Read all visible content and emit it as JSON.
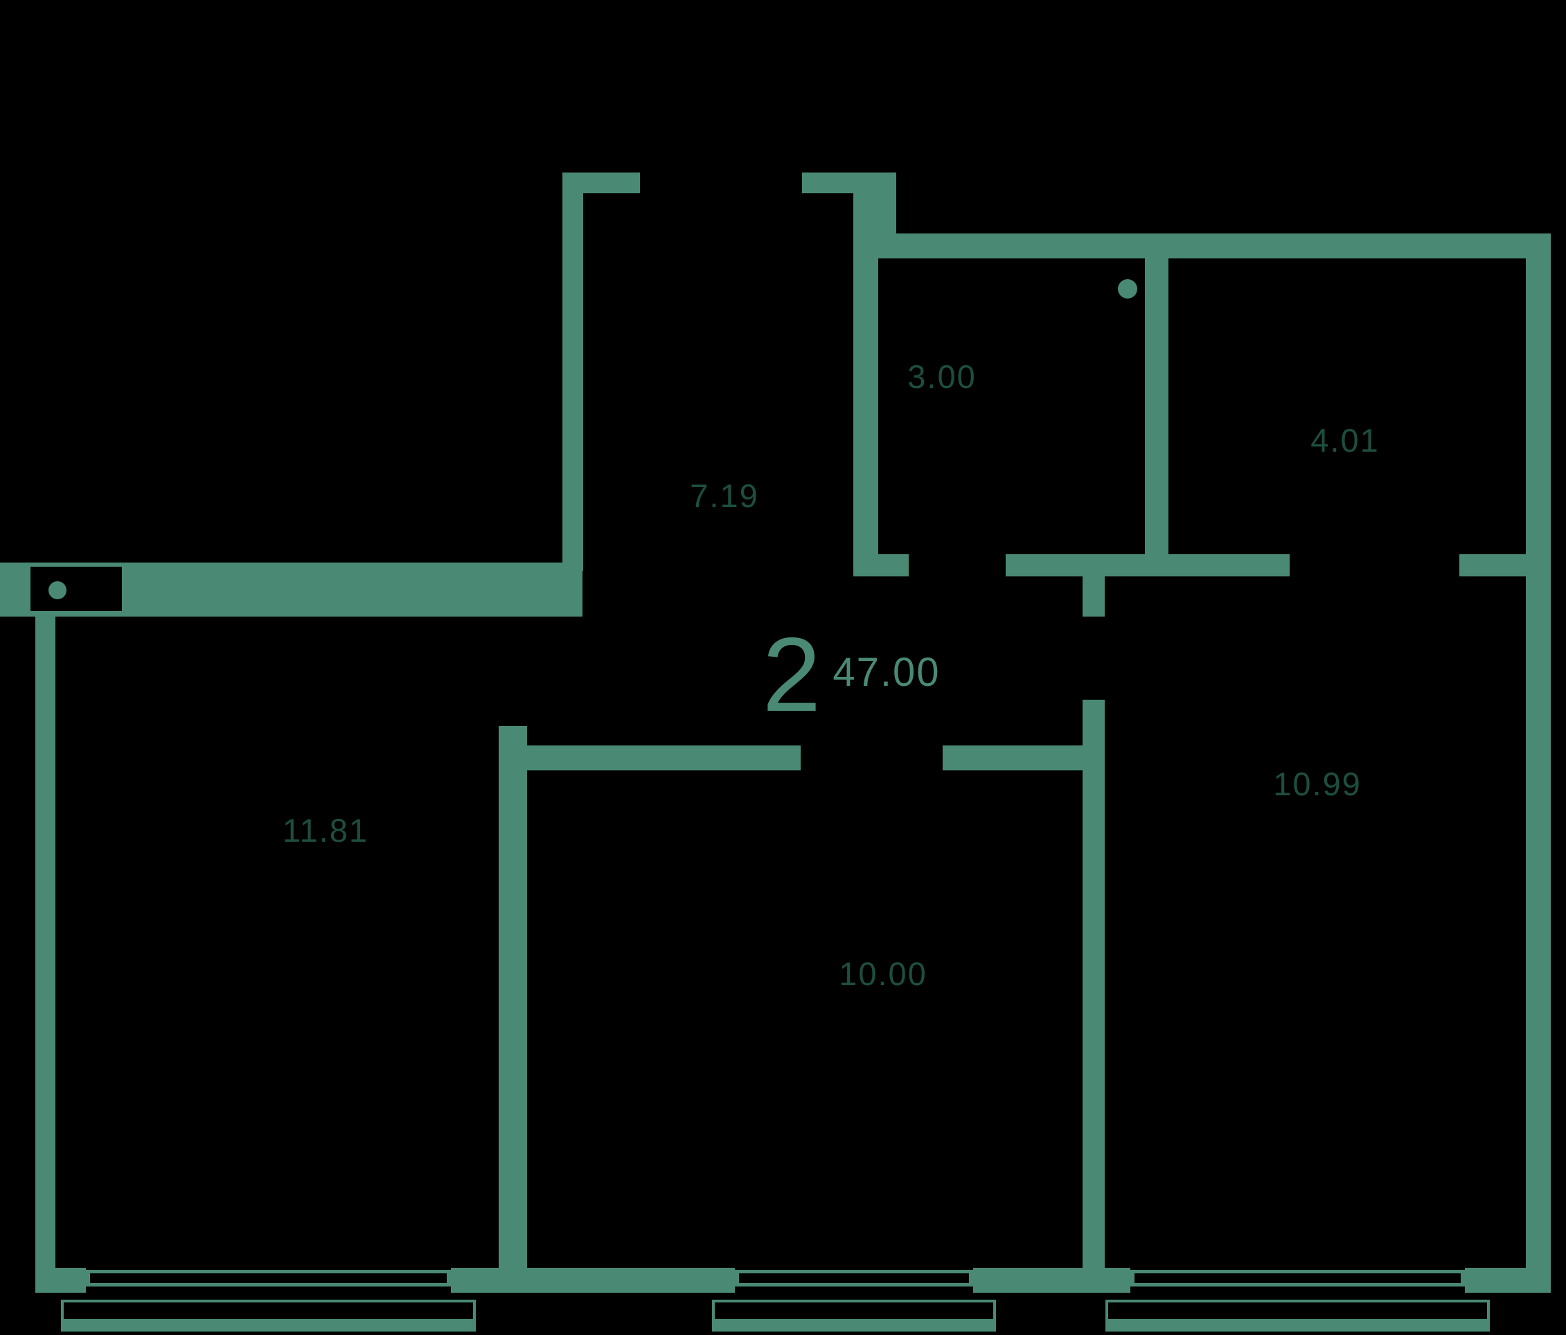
{
  "colors": {
    "background": "#000000",
    "wall": "#4a8a74",
    "label_dim": "#1d4e3e",
    "label_bright": "#4a8a74"
  },
  "plan": {
    "summary": {
      "room_count": "2",
      "total_area": "47.00"
    },
    "rooms": [
      {
        "position": "hallway-center",
        "area": "7.19"
      },
      {
        "position": "top-center",
        "area": "3.00"
      },
      {
        "position": "top-right",
        "area": "4.01"
      },
      {
        "position": "left",
        "area": "11.81"
      },
      {
        "position": "right",
        "area": "10.99"
      },
      {
        "position": "bottom-center",
        "area": "10.00"
      }
    ]
  }
}
